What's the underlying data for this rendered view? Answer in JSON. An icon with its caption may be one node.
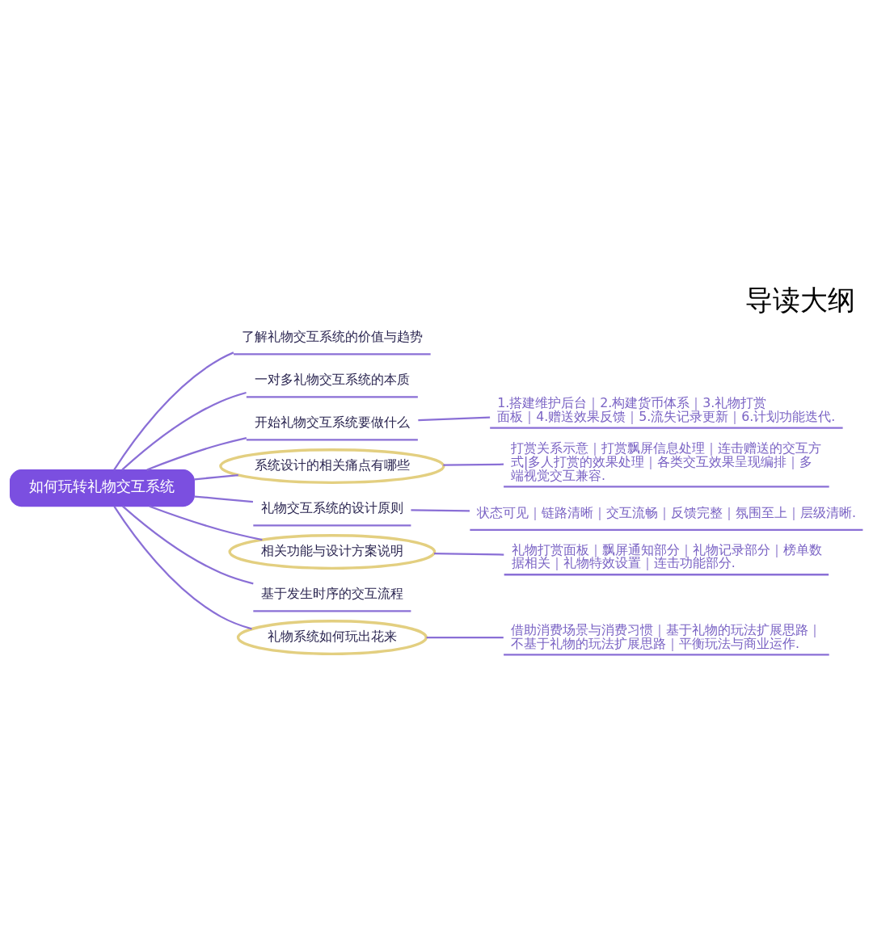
{
  "diagram": {
    "title": "导读大纲",
    "nodes": [
      {
        "text": [
          "如何玩转礼物交互系统"
        ]
      },
      {
        "text": [
          "了解礼物交互系统的价值与趋势"
        ]
      },
      {
        "text": [
          "一对多礼物交互系统的本质"
        ]
      },
      {
        "text": [
          "开始礼物交互系统要做什么"
        ]
      },
      {
        "text": [
          "1.搭建维护后台｜2.构建货币体系｜3.礼物打赏面板｜4.赠送效果反馈｜5.流失记录更新｜6.计划功能迭代."
        ]
      },
      {
        "text": [
          "系统设计的相关痛点有哪些"
        ]
      },
      {
        "text": [
          "打赏关系示意｜打赏飘屏信息处理｜连击赠送的交互方式|多人打赏的效果处理｜各类交互效果呈现编排｜多端视觉交互兼容."
        ]
      },
      {
        "text": [
          "礼物交互系统的设计原则"
        ]
      },
      {
        "text": [
          "状态可见｜链路清晰｜交互流畅｜反馈完整｜氛围至上｜层级清晰."
        ]
      },
      {
        "text": [
          "相关功能与设计方案说明"
        ]
      },
      {
        "text": [
          "礼物打赏面板｜飘屏通知部分｜礼物记录部分｜榜单数据相关｜礼物特效设置｜连击功能部分."
        ]
      },
      {
        "text": [
          "基于发生时序的交互流程"
        ]
      },
      {
        "text": [
          "礼物系统如何玩出花来"
        ]
      },
      {
        "text": [
          "借助消费场景与消费习惯｜基于礼物的玩法扩展思路｜不基于礼物的玩法扩展思路｜平衡玩法与商业运作."
        ]
      }
    ],
    "edges": [
      {
        "from": 0,
        "to": 1,
        "arrow": "none"
      },
      {
        "from": 0,
        "to": 2,
        "arrow": "none"
      },
      {
        "from": 0,
        "to": 3,
        "arrow": "none"
      },
      {
        "from": 3,
        "to": 4,
        "arrow": "none"
      },
      {
        "from": 0,
        "to": 5,
        "arrow": "none"
      },
      {
        "from": 5,
        "to": 6,
        "arrow": "none"
      },
      {
        "from": 0,
        "to": 7,
        "arrow": "none"
      },
      {
        "from": 7,
        "to": 8,
        "arrow": "none"
      },
      {
        "from": 0,
        "to": 9,
        "arrow": "none"
      },
      {
        "from": 9,
        "to": 10,
        "arrow": "none"
      },
      {
        "from": 0,
        "to": 11,
        "arrow": "none"
      },
      {
        "from": 0,
        "to": 12,
        "arrow": "none"
      },
      {
        "from": 12,
        "to": 13,
        "arrow": "none"
      }
    ]
  }
}
